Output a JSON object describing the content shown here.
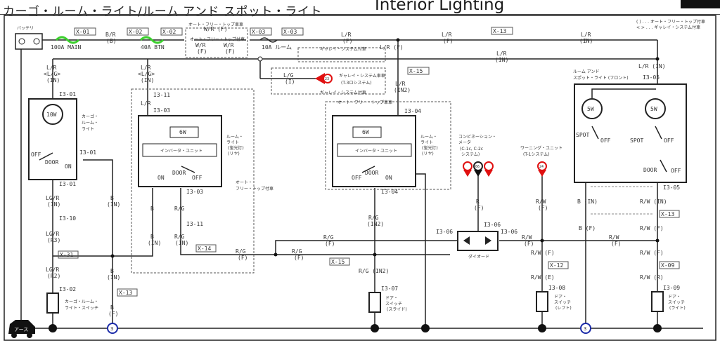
{
  "header": {
    "title_jp": "カーゴ・ルーム・ライト/ルーム アンド スポット・ライト",
    "title_en": "Interior Lighting"
  },
  "legend": {
    "paren": "( ) . . . オート・フリー・トップ付車",
    "angle": "< > . . . ギャレイ・システム付車"
  },
  "battery": {
    "label": "バッテリ"
  },
  "fuses": {
    "main": {
      "rating": "100A MAIN",
      "connector": "X-01"
    },
    "btn": {
      "rating": "40A BTN",
      "connector_a": "X-02",
      "connector_b": "X-02"
    },
    "room": {
      "rating": "10A ルーム",
      "connector_a": "X-03",
      "connector_b": "X-03"
    }
  },
  "wires": {
    "br_b": [
      "B/R",
      "(B)"
    ],
    "wr_f_top": "W/R (F)",
    "wr_f_l": [
      "W/R",
      "(F)"
    ],
    "wr_f_r": [
      "W/R",
      "(F)"
    ],
    "auto_free_top_note1": "オート・フリー・トップ車車",
    "auto_free_top_note2": "オート・フリー・トップ付車",
    "lr_f_1": [
      "L/R",
      "(F)"
    ],
    "lr_f_2": [
      "L/R",
      "(F)"
    ],
    "lr_in_1": [
      "L/R",
      "(IN)"
    ],
    "lr_in_2": [
      "L/R",
      "(IN)"
    ],
    "lr_f_3": "L/R (F)",
    "lr_in_right": "L/R (IN)",
    "x13_top": "X-13",
    "galley_note1": "ギャレイ・システム付車",
    "galley_note2": "ギャレイ・システム付車",
    "lg_i": [
      "L/G",
      "(I)"
    ],
    "galley_conn": "ギャレイ・システム車車",
    "galley_conn_sys": "(T-3ロシステム)",
    "galley_pin": "23",
    "x15_upper": "X-15",
    "lr_in2": [
      "L/R",
      "(IN2)"
    ],
    "auto_free_top_note3": "オート・フリー・トップ車車"
  },
  "cargo_light": {
    "wire_in": [
      "L/R",
      "<L/G>",
      "(IN)"
    ],
    "conn_top": "I3-01",
    "bulb": "10W",
    "name": [
      "カーゴ・",
      "ルーム・",
      "ライト"
    ],
    "off": "OFF",
    "door": "DOOR",
    "on": "ON",
    "conn_side": "I3-01",
    "conn_bottom": "I3-01",
    "wire_b1": [
      "LG/R",
      "(IN)"
    ],
    "conn_mid": "I3-10",
    "wire_b2": [
      "LG/R",
      "(R3)"
    ],
    "x31": "X-31",
    "wire_b3": [
      "LG/R",
      "(R2)"
    ],
    "conn_sw": "I3-02",
    "switch_name": [
      "カーゴ・ルーム・",
      "ライト・スイッチ"
    ],
    "b_in": [
      "B",
      "(IN)"
    ],
    "b_in2": [
      "B",
      "(IN)"
    ],
    "x13": "X-13",
    "b_f": [
      "B",
      "(F)"
    ]
  },
  "rear_room_light_1": {
    "wire_in": [
      "L/R",
      "<L/G>",
      "(IN)"
    ],
    "conn1": "I3-11",
    "wire_mid": "L/R",
    "conn2": "I3-03",
    "bulb": "6W",
    "inverter": "インバータ・ユニット",
    "on": "ON",
    "door": "DOOR",
    "off": "OFF",
    "name": [
      "ルーム・",
      "ライト",
      "(蛍光灯)",
      "(リヤ)"
    ],
    "conn3": "I3-03",
    "note": [
      "オート・",
      "フリー・トップ付車"
    ],
    "b": "B",
    "rg": "R/G",
    "conn4": "I3-11",
    "b_in": [
      "B",
      "(IN)"
    ],
    "rg_in": [
      "R/G",
      "(IN)"
    ],
    "x14": "X-14",
    "rg_f": [
      "R/G",
      "(F)"
    ]
  },
  "rear_room_light_2": {
    "conn_top": "I3-04",
    "bulb": "6W",
    "inverter": "インバータ・ユニット",
    "off": "OFF",
    "door": "DOOR",
    "on": "ON",
    "name": [
      "ルーム・",
      "ライト",
      "(蛍光灯)",
      "(リヤ)"
    ],
    "conn_bottom": "I3-04",
    "rg_in2": [
      "R/G",
      "(IN2)"
    ],
    "rg_f_a": [
      "R/G",
      "(F)"
    ],
    "rg_f_b": [
      "R/G",
      "(F)"
    ],
    "x15": "X-15",
    "rg_in2_b": "R/G (IN2)",
    "conn_sw": "I3-07",
    "switch_name": [
      "ドア・",
      "スイッチ",
      "(スライド)"
    ]
  },
  "combination_meter": {
    "name": [
      "コンビネーション・",
      "メータ",
      "(C-1c, C-2c",
      "システム)"
    ],
    "pin": "66",
    "wire": [
      "R",
      "(F)"
    ]
  },
  "diode": {
    "conn_top": "I3-06",
    "conn_left": "I3-06",
    "conn_right": "I3-06",
    "name": "ダイオード"
  },
  "warning_unit": {
    "name": [
      "ワーニング・ユニット",
      "(T-1システム)"
    ],
    "pin": "24",
    "wire": [
      "R/W",
      "(F)"
    ],
    "rw_f_h": [
      "R/W",
      "(F)"
    ],
    "rw_f": "R/W (F)",
    "x12": "X-12",
    "rw_e": "R/W (E)",
    "conn_sw": "I3-08",
    "switch_name": [
      "ドア・",
      "スイッチ",
      "(レフト)"
    ]
  },
  "front_light": {
    "wire_in": "L/R (IN)",
    "conn_top": "I3-05",
    "name": [
      "ルーム アンド",
      "スポット・ライト (フロント)"
    ],
    "bulb_l": "5W",
    "bulb_r": "5W",
    "spot_l": "SPOT",
    "off_l": "OFF",
    "spot_r": "SPOT",
    "off_r": "OFF",
    "door": "DOOR",
    "off_door": "OFF",
    "conn_bottom": "I3-05",
    "b_in": "B (IN)",
    "rw_in": "R/W (IN)",
    "x13": "X-13",
    "b_f": "B (F)",
    "rw_f1": "R/W (F)",
    "rw_f_h": [
      "R/W",
      "(F)"
    ],
    "rw_f2": "R/W (F)",
    "x09": "X-09",
    "rw_r": "R/W (R)",
    "conn_sw": "I3-09",
    "switch_name": [
      "ドア・",
      "スイッチ",
      "(ライト)"
    ]
  },
  "ground": {
    "label": "アース",
    "point_a": "3",
    "point_b": "3"
  },
  "colors": {
    "fuse": "#3ccf2e",
    "connector_red": "#e01010",
    "ground_ring": "#1a2aa8",
    "wire": "#222222"
  }
}
